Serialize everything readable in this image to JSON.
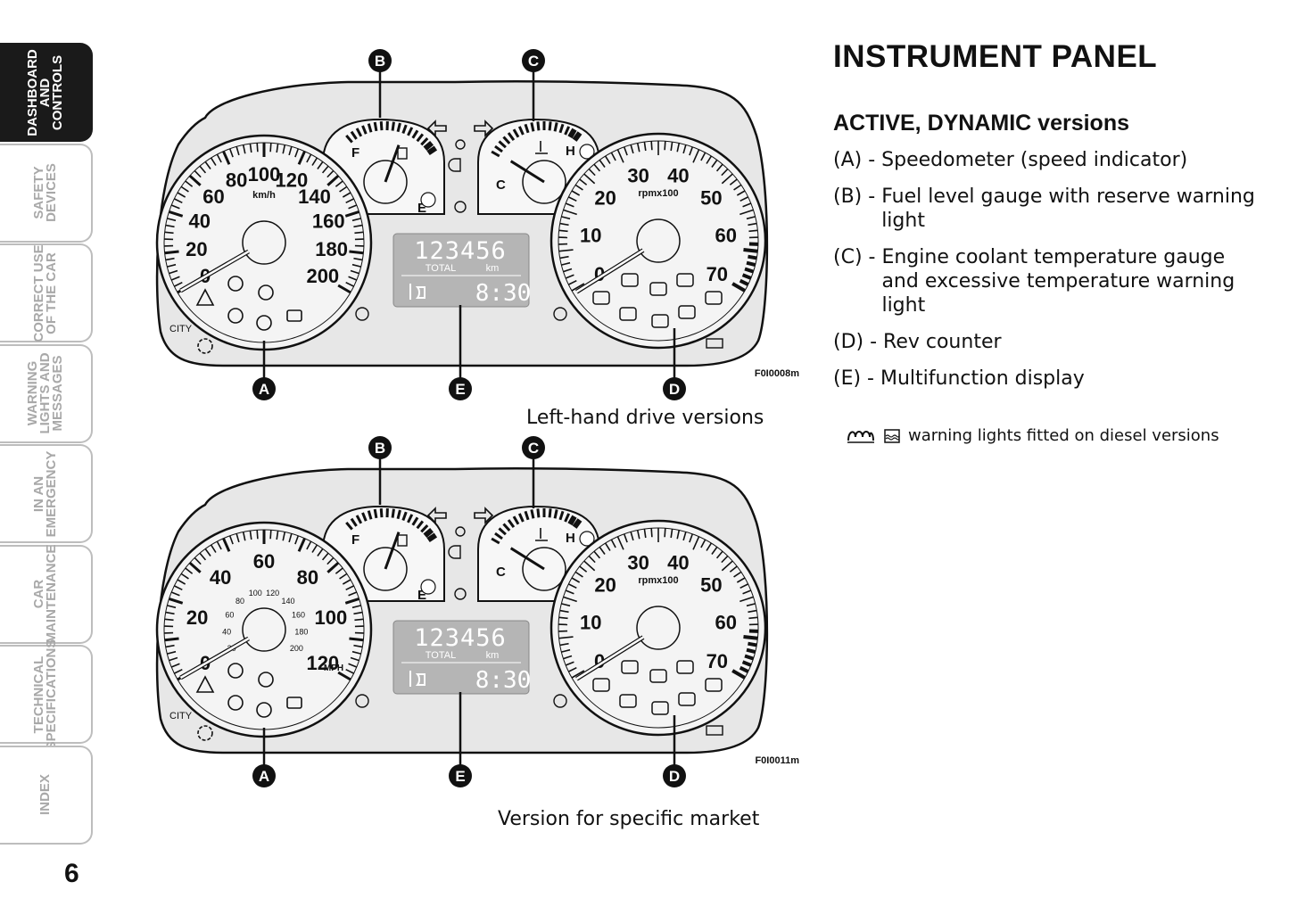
{
  "tabs": [
    {
      "label": "DASHBOARD\nAND\nCONTROLS",
      "active": true
    },
    {
      "label": "SAFETY\nDEVICES",
      "active": false
    },
    {
      "label": "CORRECT USE\nOF THE CAR",
      "active": false
    },
    {
      "label": "WARNING\nLIGHTS AND\nMESSAGES",
      "active": false
    },
    {
      "label": "IN AN\nEMERGENCY",
      "active": false
    },
    {
      "label": "CAR\nMAINTENANCE",
      "active": false
    },
    {
      "label": "TECHNICAL\nSPECIFICATIONS",
      "active": false
    },
    {
      "label": "INDEX",
      "active": false
    }
  ],
  "page_number": "6",
  "title": "INSTRUMENT PANEL",
  "subtitle": "ACTIVE, DYNAMIC versions",
  "legend": [
    {
      "key": "(A) - ",
      "text": "Speedometer (speed indicator)"
    },
    {
      "key": "(B) - ",
      "text": "Fuel level gauge with reserve warning light"
    },
    {
      "key": "(C) - ",
      "text": "Engine coolant temperature gauge and excessive temperature warning light"
    },
    {
      "key": "(D) - ",
      "text": "Rev counter"
    },
    {
      "key": "(E) - ",
      "text": "Multifunction display"
    }
  ],
  "note": "warning lights fitted on diesel versions",
  "icons": {
    "glow_plug": "glow-plug-icon",
    "water_in_fuel": "water-in-fuel-icon"
  },
  "figures": [
    {
      "caption": "Left-hand drive versions",
      "code": "F0I0008m",
      "callouts": [
        "A",
        "B",
        "C",
        "D",
        "E"
      ],
      "speedo_labels": [
        "0",
        "20",
        "40",
        "60",
        "80",
        "100",
        "120",
        "140",
        "160",
        "180",
        "200"
      ],
      "speedo_unit": "km/h",
      "rev_labels": [
        "0",
        "10",
        "20",
        "30",
        "40",
        "50",
        "60",
        "70"
      ],
      "rev_unit": "rpmx100",
      "fuel_labels": [
        "F",
        "E"
      ],
      "temp_labels": [
        "C",
        "H"
      ],
      "odometer": "123456",
      "odo_label": "TOTAL",
      "odo_unit": "km",
      "clock": "8:30",
      "city": "CITY"
    },
    {
      "caption": "Version for specific market",
      "code": "F0I0011m",
      "callouts": [
        "A",
        "B",
        "C",
        "D",
        "E"
      ],
      "speedo_labels": [
        "0",
        "20",
        "40",
        "60",
        "80",
        "100",
        "120"
      ],
      "speedo_inner": [
        "20",
        "40",
        "60",
        "80",
        "100",
        "120",
        "140",
        "160",
        "180",
        "200"
      ],
      "speedo_unit": "MPH",
      "rev_labels": [
        "0",
        "10",
        "20",
        "30",
        "40",
        "50",
        "60",
        "70"
      ],
      "rev_unit": "rpmx100",
      "fuel_labels": [
        "F",
        "E"
      ],
      "temp_labels": [
        "C",
        "H"
      ],
      "odometer": "123456",
      "odo_label": "TOTAL",
      "odo_unit": "km",
      "clock": "8:30",
      "city": "CITY"
    }
  ]
}
